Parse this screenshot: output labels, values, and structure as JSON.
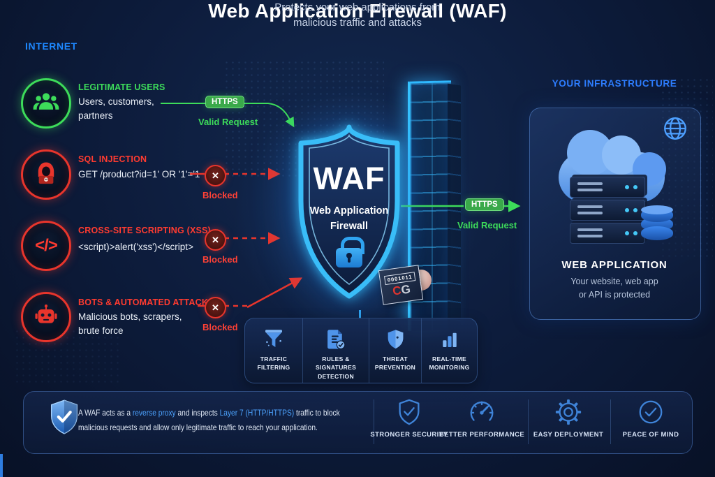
{
  "header": {
    "title": "Web Application Firewall (WAF)",
    "subtitle": "Protects your web applications from\nmalicious traffic and attacks"
  },
  "internet": {
    "label": "INTERNET"
  },
  "sources": [
    {
      "id": "legitimate-users",
      "label": "LEGITIMATE USERS",
      "desc": "Users, customers,\npartners",
      "type": "safe"
    },
    {
      "id": "sql-injection",
      "label": "SQL INJECTION",
      "desc": "GET /product?id=1' OR '1'='1",
      "type": "threat"
    },
    {
      "id": "cross-site-scripting",
      "label": "CROSS-SITE SCRIPTING (XSS)",
      "desc": "<script)>alert('xss')</script>",
      "type": "threat"
    },
    {
      "id": "bots",
      "label": "BOTS & AUTOMATED ATTACKS",
      "desc": "Malicious bots, scrapers,\nbrute force",
      "type": "threat"
    }
  ],
  "flows": {
    "https": "HTTPS",
    "valid": "Valid Request",
    "blocked": "Blocked"
  },
  "shield": {
    "acronym": "WAF",
    "name": "Web Application\nFirewall"
  },
  "watermark": {
    "code": "0001011",
    "logo_c": "C",
    "logo_g": "G"
  },
  "infrastructure": {
    "header": "YOUR INFRASTRUCTURE",
    "title": "WEB APPLICATION",
    "desc": "Your website, web app\nor API is protected"
  },
  "capabilities": [
    {
      "label": "TRAFFIC\nFILTERING",
      "icon": "funnel-icon"
    },
    {
      "label": "RULES & SIGNATURES\nDETECTION",
      "icon": "document-check-icon"
    },
    {
      "label": "THREAT\nPREVENTION",
      "icon": "shield-icon"
    },
    {
      "label": "REAL-TIME\nMONITORING",
      "icon": "bar-chart-icon"
    }
  ],
  "footer": {
    "text_part1": "A WAF acts as a ",
    "text_highlight1": "reverse proxy",
    "text_part2": " and inspects ",
    "text_highlight2": "Layer 7 (HTTP/HTTPS)",
    "text_part3": " traffic to block",
    "text_line2": "malicious requests and allow only legitimate traffic to reach your application.",
    "benefits": [
      {
        "label": "STRONGER SECURITY",
        "icon": "shield-check-icon"
      },
      {
        "label": "BETTER PERFORMANCE",
        "icon": "gauge-icon"
      },
      {
        "label": "EASY DEPLOYMENT",
        "icon": "gear-icon"
      },
      {
        "label": "PEACE OF MIND",
        "icon": "check-circle-icon"
      }
    ]
  },
  "colors": {
    "accent_blue": "#2e9bff",
    "safe_green": "#3ddc5a",
    "threat_red": "#ff3b30",
    "shield_glow": "#35c3ff",
    "badge_green": "#3aa94a"
  }
}
